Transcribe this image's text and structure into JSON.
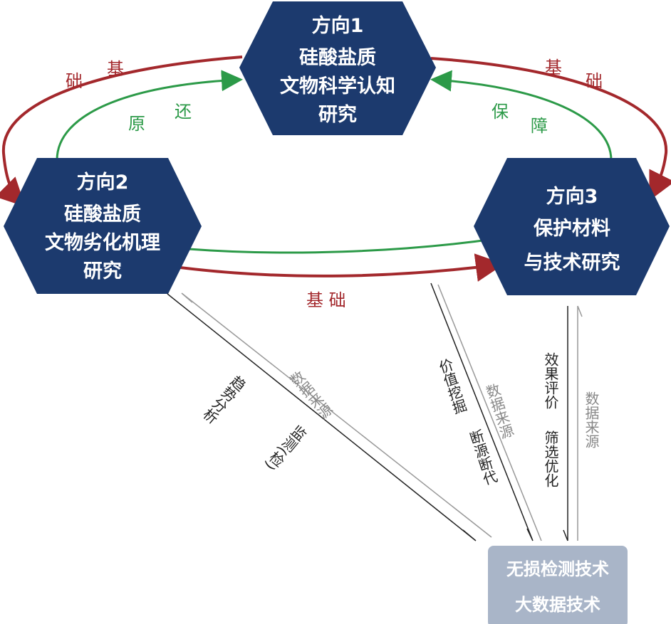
{
  "nodes": {
    "d1": {
      "title": "方向1",
      "line1": "硅酸盐质",
      "line2": "文物科学认知",
      "line3": "研究"
    },
    "d2": {
      "title": "方向2",
      "line1": "硅酸盐质",
      "line2": "文物劣化机理",
      "line3": "研究"
    },
    "d3": {
      "title": "方向3",
      "line1": "保护材料",
      "line2": "与技术研究"
    }
  },
  "cycle_labels": {
    "top_left_red": [
      "础",
      "基"
    ],
    "top_left_green": [
      "原",
      "还"
    ],
    "top_right_red": [
      "基",
      "础"
    ],
    "top_right_green": [
      "保",
      "障"
    ],
    "bottom_red": "基 础"
  },
  "links": {
    "d2_out": [
      "趋势分析",
      "监测(检)"
    ],
    "d2_in": "数据来源",
    "d1_out": [
      "价值挖掘",
      "断源断代"
    ],
    "d1_in": "数据来源",
    "d3_out": [
      "效果评价",
      "筛选优化"
    ],
    "d3_in": "数据来源"
  },
  "tech_box": {
    "line1": "无损检测技术",
    "line2": "大数据技术"
  },
  "colors": {
    "hex": "#1c3a6e",
    "red": "#a3282c",
    "green": "#2c9a48",
    "box": "#a9b5c8"
  }
}
